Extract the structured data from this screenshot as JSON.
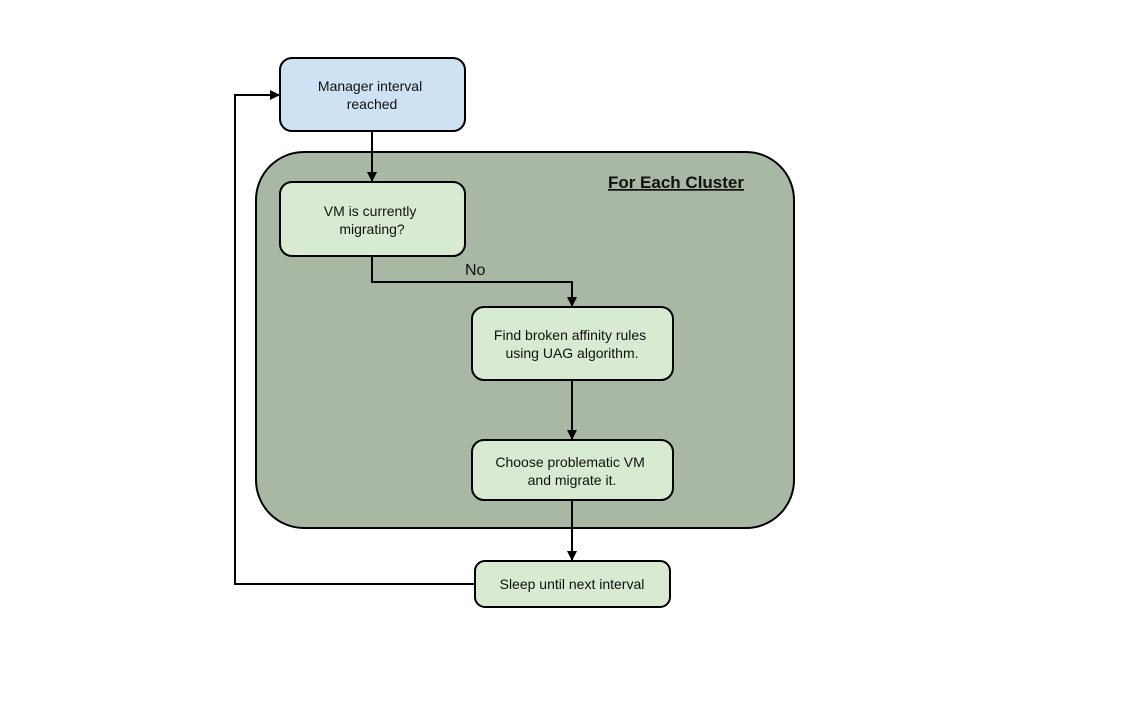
{
  "diagram": {
    "cluster": {
      "title": "For Each Cluster"
    },
    "nodes": {
      "start": {
        "line1": "Manager interval",
        "line2": "reached"
      },
      "check": {
        "line1": "VM is currently",
        "line2": "migrating?"
      },
      "find": {
        "line1": "Find broken affinity rules",
        "line2": "using UAG algorithm."
      },
      "choose": {
        "line1": "Choose problematic VM",
        "line2": "and migrate it."
      },
      "sleep": {
        "line1": "Sleep until next interval"
      }
    },
    "edges": {
      "no_label": "No"
    },
    "colors": {
      "start_fill": "#cfe2f3",
      "node_fill": "#d9ead3",
      "cluster_fill": "#a8b8a4",
      "stroke": "#000000"
    }
  }
}
